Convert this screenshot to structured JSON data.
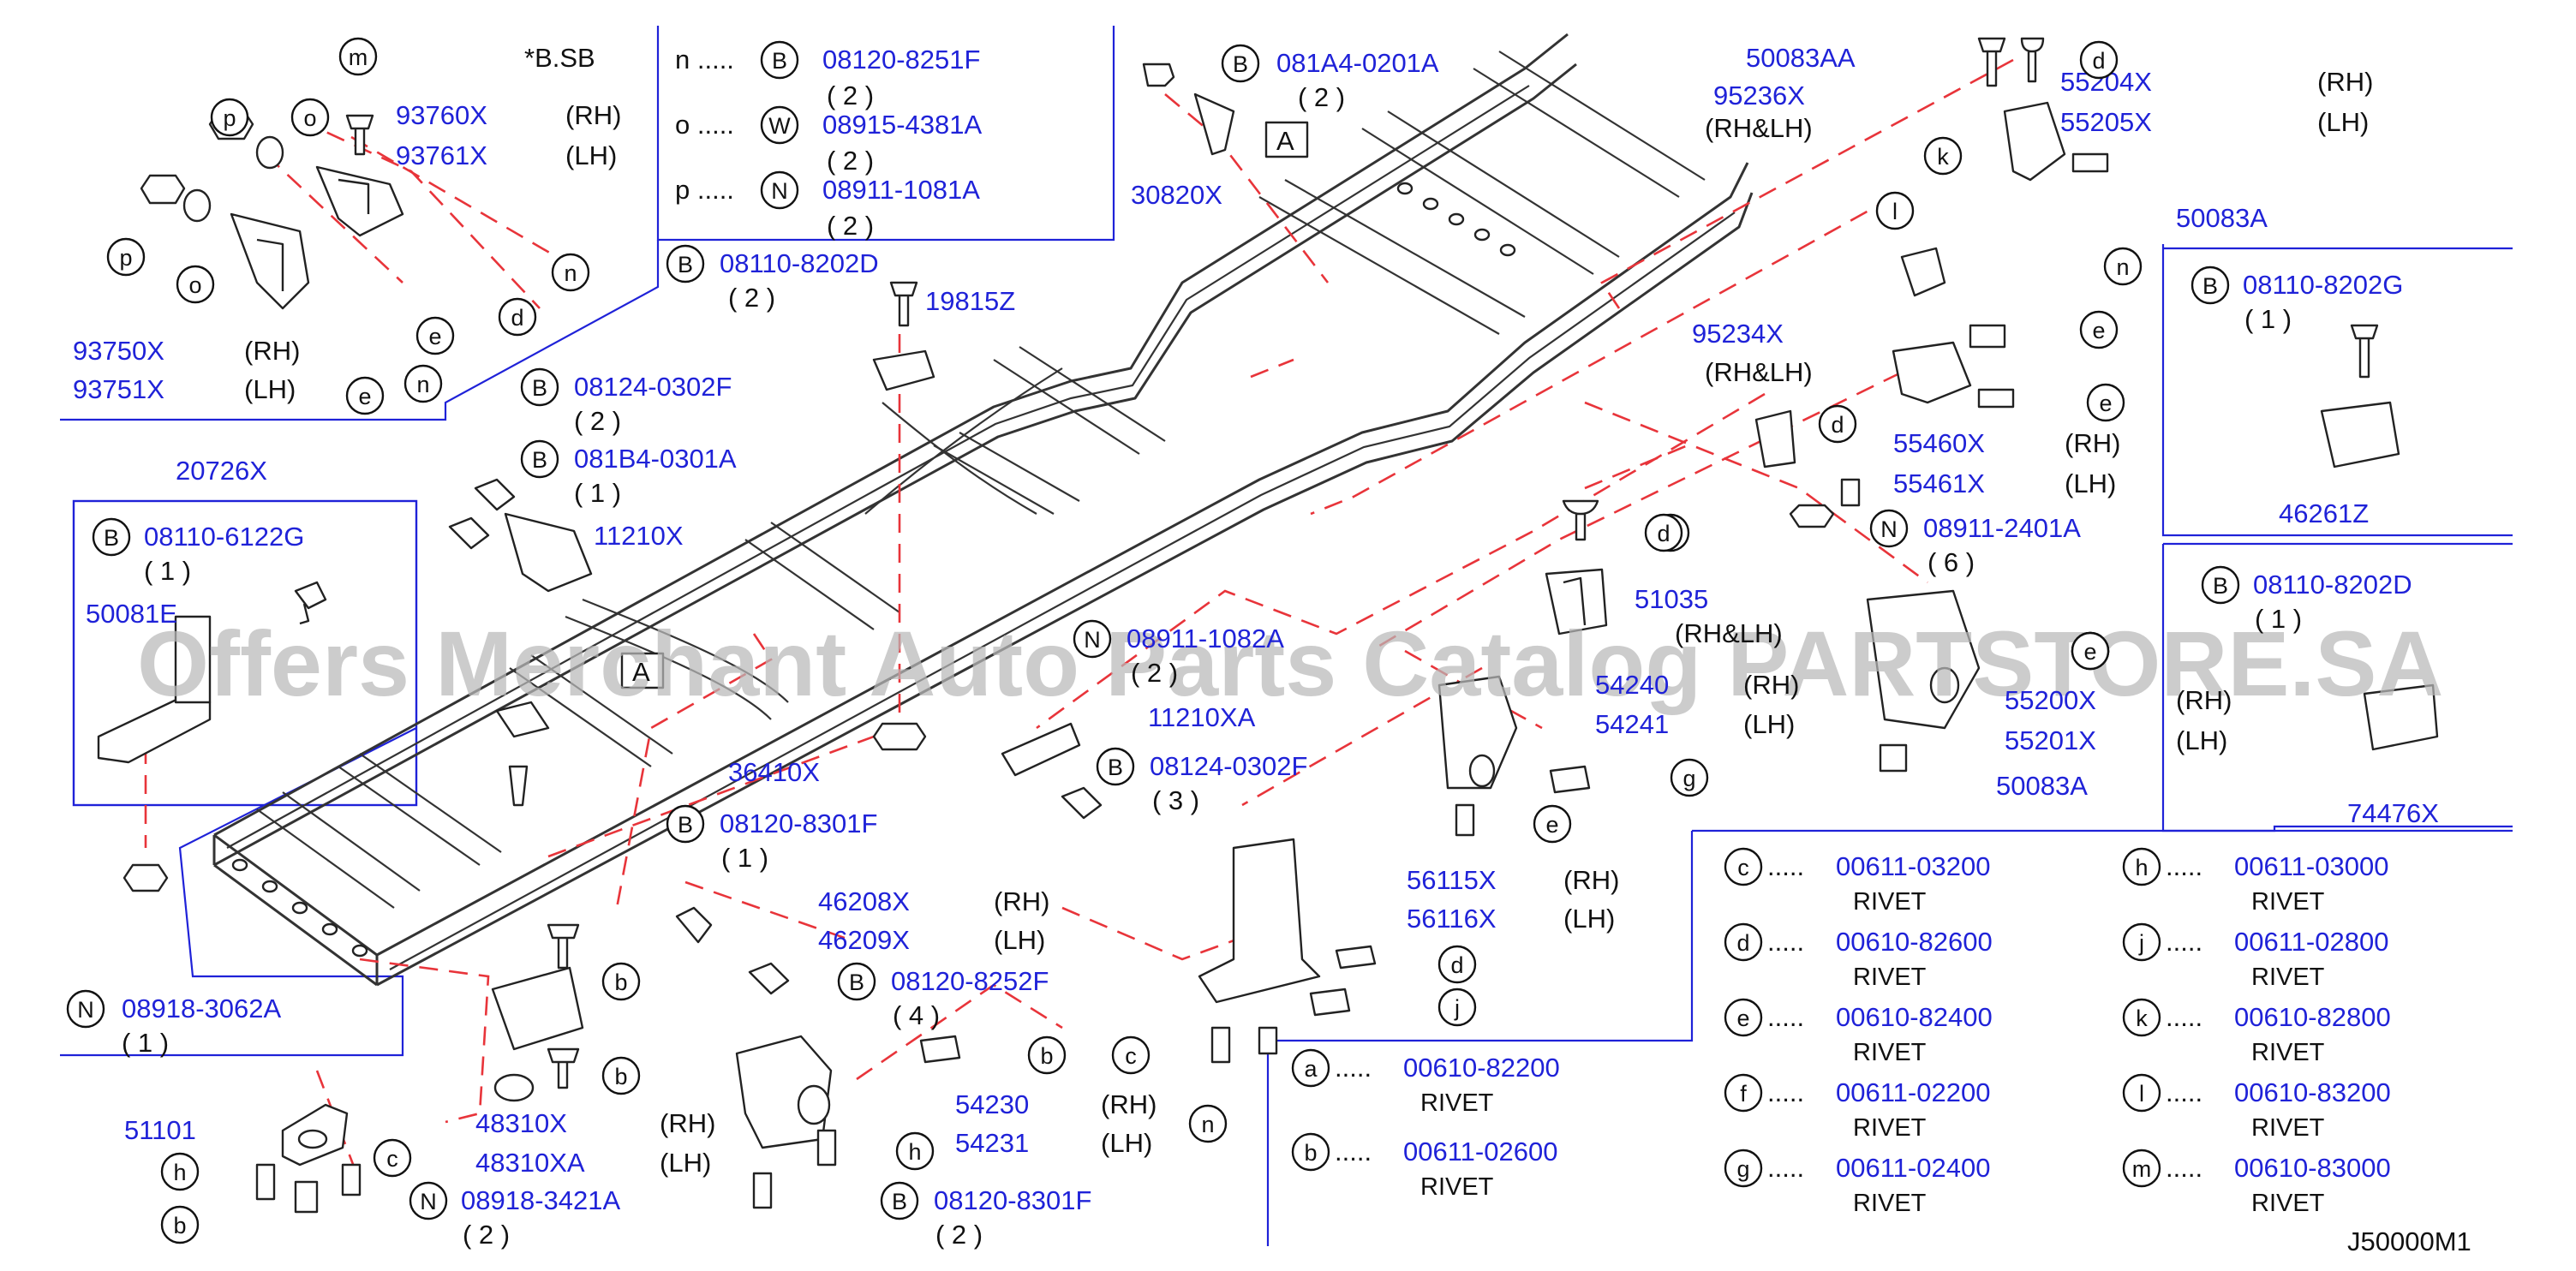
{
  "diagram_code": "J50000M1",
  "note_sb": "*B.SB",
  "watermark": "Offers Merchant Auto Parts Catalog PARTSTORE.SA",
  "part_A_label": "A",
  "part_A_label_2": "A",
  "callouts": [
    {
      "letter": "B",
      "part": "08120-8251F",
      "qty": "( 2 )",
      "prefix": "n ....."
    },
    {
      "letter": "W",
      "part": "08915-4381A",
      "qty": "( 2 )",
      "prefix": "o ....."
    },
    {
      "letter": "N",
      "part": "08911-1081A",
      "qty": "( 2 )",
      "prefix": "p ....."
    },
    {
      "letter": "B",
      "part": "081A4-0201A",
      "qty": "( 2 )"
    },
    {
      "letter": "B",
      "part": "08110-8202D",
      "qty": "( 2 )"
    },
    {
      "letter": "B",
      "part": "08124-0302F",
      "qty": "( 2 )"
    },
    {
      "letter": "B",
      "part": "081B4-0301A",
      "qty": "( 1 )"
    },
    {
      "letter": "B",
      "part": "08110-6122G",
      "qty": "( 1 )"
    },
    {
      "letter": "N",
      "part": "08911-1082A",
      "qty": "( 2 )"
    },
    {
      "letter": "B",
      "part": "08124-0302F",
      "qty": "( 3 )"
    },
    {
      "letter": "B",
      "part": "08120-8301F",
      "qty": "( 1 )"
    },
    {
      "letter": "B",
      "part": "08120-8252F",
      "qty": "( 4 )"
    },
    {
      "letter": "B",
      "part": "08120-8301F",
      "qty": "( 2 )"
    },
    {
      "letter": "N",
      "part": "08918-3421A",
      "qty": "( 2 )"
    },
    {
      "letter": "N",
      "part": "08918-3062A",
      "qty": "( 1 )"
    },
    {
      "letter": "N",
      "part": "08911-2401A",
      "qty": "( 6 )"
    },
    {
      "letter": "B",
      "part": "08110-8202G",
      "qty": "( 1 )"
    },
    {
      "letter": "B",
      "part": "08110-8202D",
      "qty": "( 1 )"
    }
  ],
  "parts": [
    {
      "num": "93760X",
      "side": "(RH)"
    },
    {
      "num": "93761X",
      "side": "(LH)"
    },
    {
      "num": "93750X",
      "side": "(RH)"
    },
    {
      "num": "93751X",
      "side": "(LH)"
    },
    {
      "num": "30820X"
    },
    {
      "num": "19815Z"
    },
    {
      "num": "20726X"
    },
    {
      "num": "50081E"
    },
    {
      "num": "11210X"
    },
    {
      "num": "11210XA"
    },
    {
      "num": "36410X"
    },
    {
      "num": "46208X",
      "side": "(RH)"
    },
    {
      "num": "46209X",
      "side": "(LH)"
    },
    {
      "num": "51101"
    },
    {
      "num": "48310X",
      "side": "(RH)"
    },
    {
      "num": "48310XA",
      "side": "(LH)"
    },
    {
      "num": "54230",
      "side": "(RH)"
    },
    {
      "num": "54231",
      "side": "(LH)"
    },
    {
      "num": "56115X",
      "side": "(RH)"
    },
    {
      "num": "56116X",
      "side": "(LH)"
    },
    {
      "num": "51035",
      "side": "(RH&LH)"
    },
    {
      "num": "54240",
      "side": "(RH)"
    },
    {
      "num": "54241",
      "side": "(LH)"
    },
    {
      "num": "95234X",
      "side": "(RH&LH)"
    },
    {
      "num": "55460X",
      "side": "(RH)"
    },
    {
      "num": "55461X",
      "side": "(LH)"
    },
    {
      "num": "50083AA"
    },
    {
      "num": "95236X",
      "side": "(RH&LH)"
    },
    {
      "num": "55204X",
      "side": "(RH)"
    },
    {
      "num": "55205X",
      "side": "(LH)"
    },
    {
      "num": "50083A"
    },
    {
      "num": "55200X",
      "side": "(RH)"
    },
    {
      "num": "55201X",
      "side": "(LH)"
    },
    {
      "num": "50083A"
    },
    {
      "num": "46261Z"
    },
    {
      "num": "74476X"
    }
  ],
  "rivets": [
    {
      "letter": "a",
      "part": "00610-82200",
      "desc": "RIVET"
    },
    {
      "letter": "b",
      "part": "00611-02600",
      "desc": "RIVET"
    },
    {
      "letter": "c",
      "part": "00611-03200",
      "desc": "RIVET"
    },
    {
      "letter": "d",
      "part": "00610-82600",
      "desc": "RIVET"
    },
    {
      "letter": "e",
      "part": "00610-82400",
      "desc": "RIVET"
    },
    {
      "letter": "f",
      "part": "00611-02200",
      "desc": "RIVET"
    },
    {
      "letter": "g",
      "part": "00611-02400",
      "desc": "RIVET"
    },
    {
      "letter": "h",
      "part": "00611-03000",
      "desc": "RIVET"
    },
    {
      "letter": "j",
      "part": "00611-02800",
      "desc": "RIVET"
    },
    {
      "letter": "k",
      "part": "00610-82800",
      "desc": "RIVET"
    },
    {
      "letter": "l",
      "part": "00610-83200",
      "desc": "RIVET"
    },
    {
      "letter": "m",
      "part": "00610-83000",
      "desc": "RIVET"
    }
  ],
  "markers": [
    "m",
    "p",
    "o",
    "p",
    "o",
    "n",
    "d",
    "e",
    "n",
    "e",
    "d",
    "d",
    "e",
    "k",
    "l",
    "n",
    "e",
    "e",
    "d",
    "d",
    "e",
    "g",
    "e",
    "d",
    "j",
    "c",
    "n",
    "b",
    "b",
    "b",
    "h",
    "b",
    "c",
    "h",
    "e"
  ]
}
